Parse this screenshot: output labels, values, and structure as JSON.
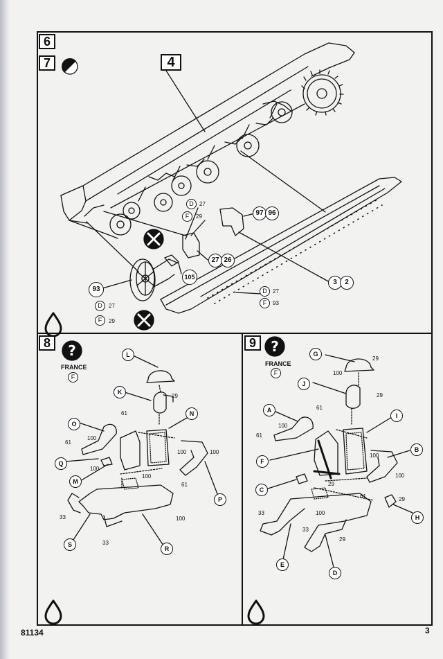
{
  "document_code": "81134",
  "page_number": "3",
  "top_panel": {
    "steps": [
      "6",
      "7"
    ],
    "main_part": "4",
    "callouts": {
      "d27_top": {
        "letter": "D",
        "num": "27"
      },
      "f29_top": {
        "letter": "F",
        "num": "29"
      },
      "p97": "97",
      "p96": "96",
      "p27": "27",
      "p26": "26",
      "p105": "105",
      "p93": "93",
      "d27_left": {
        "letter": "D",
        "num": "27"
      },
      "f29_left": {
        "letter": "F",
        "num": "29"
      },
      "p3": "3",
      "p2": "2",
      "d27_right": {
        "letter": "D",
        "num": "27"
      },
      "f93_right": {
        "letter": "F",
        "num": "93"
      }
    }
  },
  "left_panel": {
    "step": "8",
    "country": "FRANCE",
    "country_code": "F",
    "letters": {
      "L": "L",
      "K": "K",
      "O": "O",
      "N": "N",
      "Q": "Q",
      "M": "M",
      "P": "P",
      "S": "S",
      "R": "R"
    },
    "numbers": {
      "n29": "29",
      "n61a": "61",
      "n61b": "61",
      "n100a": "100",
      "n100b": "100",
      "n100c": "100",
      "n100d": "100",
      "n100e": "100",
      "n61c": "61",
      "n33a": "33",
      "n33b": "33",
      "n100f": "100"
    }
  },
  "right_panel": {
    "step": "9",
    "country": "FRANCE",
    "country_code": "F",
    "letters": {
      "G": "G",
      "J": "J",
      "A": "A",
      "I": "I",
      "B": "B",
      "F": "F",
      "C": "C",
      "H": "H",
      "E": "E",
      "D": "D"
    },
    "numbers": {
      "n29a": "29",
      "n100a": "100",
      "n29b": "29",
      "n61a": "61",
      "n100b": "100",
      "n61b": "61",
      "n100c": "100",
      "n29c": "29",
      "n100d": "100",
      "n100e": "100",
      "n61c": "61",
      "n29d": "29",
      "n33a": "33",
      "n33b": "33",
      "n29e": "29"
    }
  }
}
